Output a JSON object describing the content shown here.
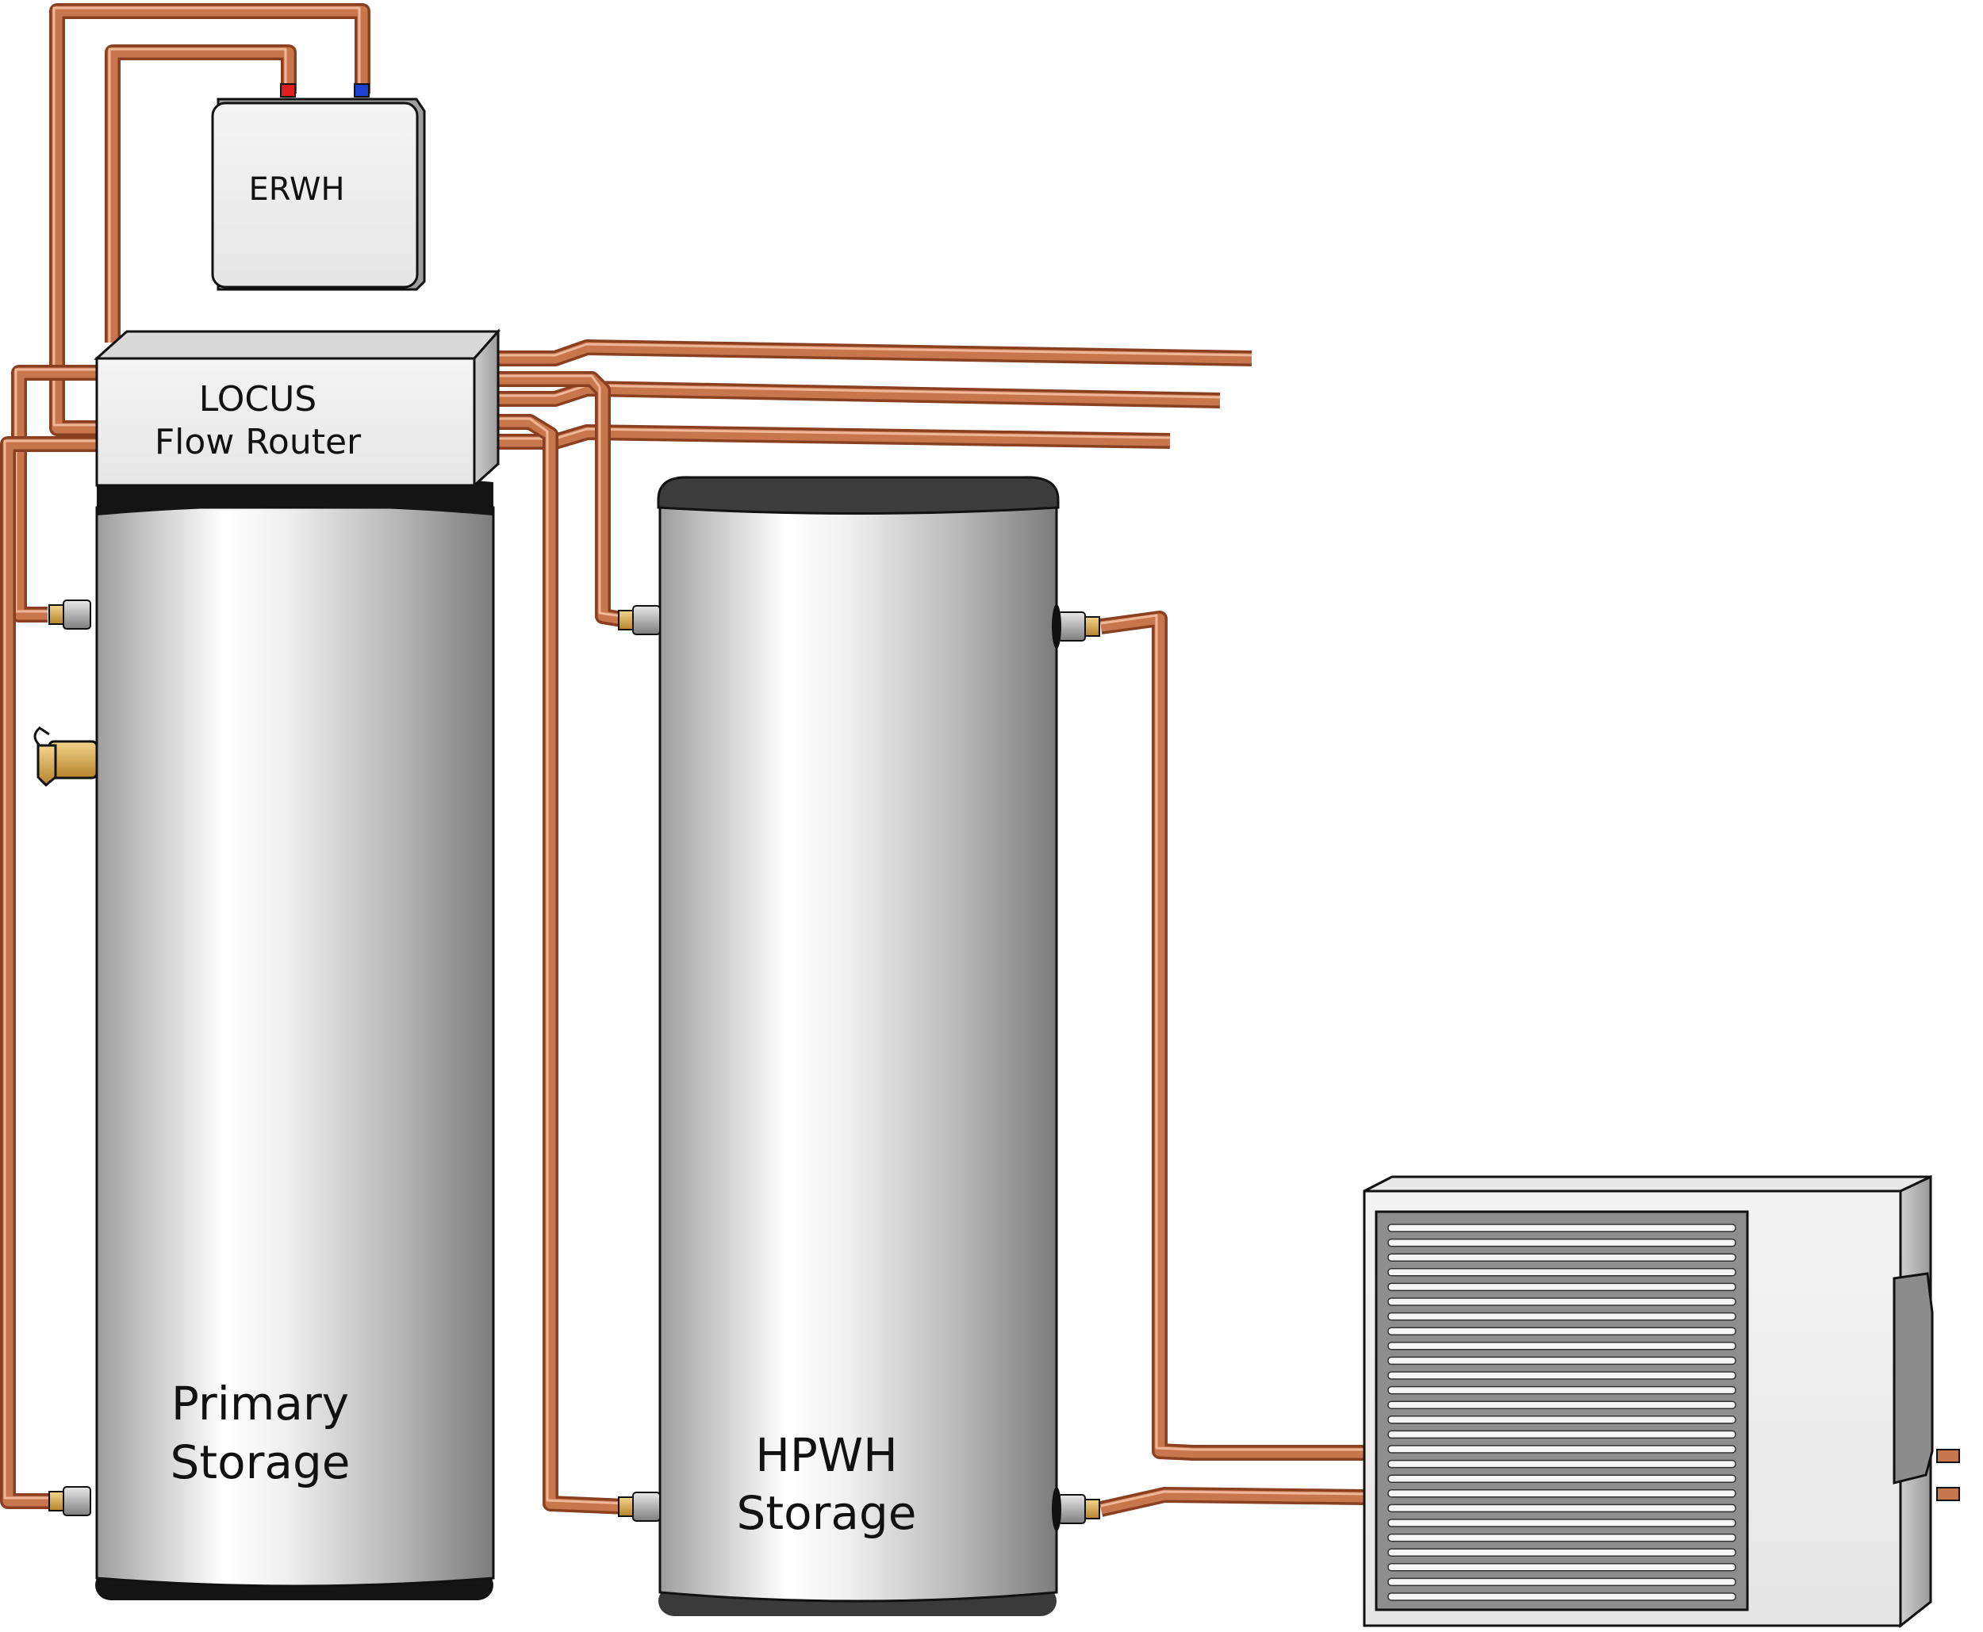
{
  "labels": {
    "erwh": "ERWH",
    "flow_router_line1": "LOCUS",
    "flow_router_line2": "Flow Router",
    "primary_storage_line1": "Primary",
    "primary_storage_line2": "Storage",
    "hpwh_storage_line1": "HPWH",
    "hpwh_storage_line2": "Storage"
  },
  "colors": {
    "copper_pipe": "#c8764e",
    "tank_body": "#d9d9d9",
    "tank_cap": "#141414",
    "hot_connector": "#e02020",
    "cold_connector": "#2040d0",
    "brass_fitting": "#d8a84a"
  }
}
